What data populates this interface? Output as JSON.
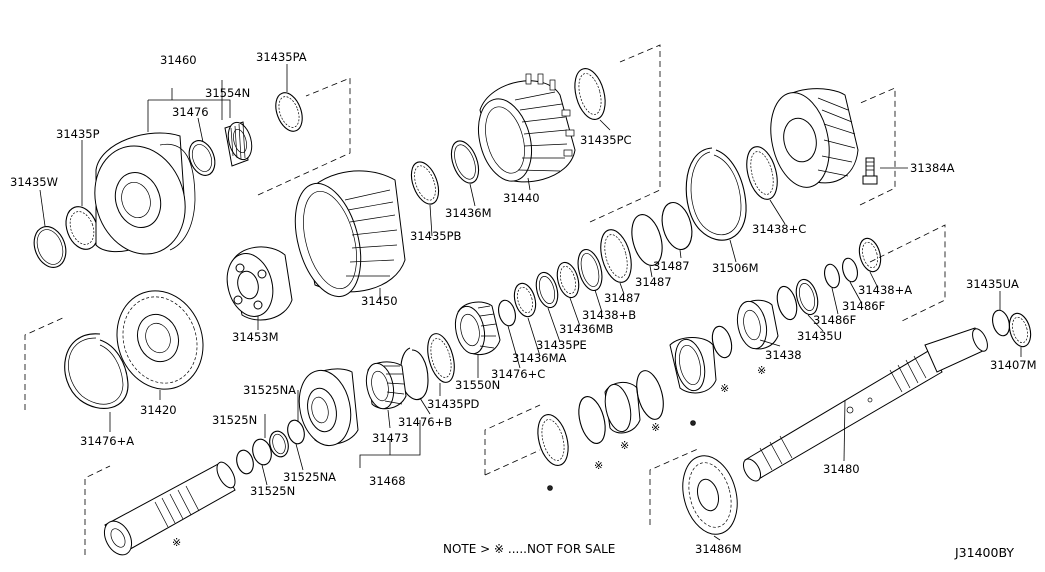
{
  "labels": {
    "p31460": "31460",
    "p31435PA": "31435PA",
    "p31476": "31476",
    "p31554N": "31554N",
    "p31435P": "31435P",
    "p31435W": "31435W",
    "p31435PB": "31435PB",
    "p31450": "31450",
    "p31453M": "31453M",
    "p31420": "31420",
    "p31476A": "31476+A",
    "p31436M": "31436M",
    "p31440": "31440",
    "p31435PC": "31435PC",
    "p31506M": "31506M",
    "p31438C": "31438+C",
    "p31384A": "31384A",
    "p31487a": "31487",
    "p31487b": "31487",
    "p31487c": "31487",
    "p31438B": "31438+B",
    "p31436MB": "31436MB",
    "p31435PE": "31435PE",
    "p31436MA": "31436MA",
    "p31476C": "31476+C",
    "p31550N": "31550N",
    "p31435PD": "31435PD",
    "p31476B": "31476+B",
    "p31473": "31473",
    "p31468": "31468",
    "p31525NAa": "31525NA",
    "p31525Na": "31525N",
    "p31525NAb": "31525NA",
    "p31525Nb": "31525N",
    "p31438A": "31438+A",
    "p31486F": "31486F",
    "p31486F2": "31486F",
    "p31435U": "31435U",
    "p31438": "31438",
    "p31435UA": "31435UA",
    "p31407M": "31407M",
    "p31480": "31480",
    "p31486M": "31486M"
  },
  "note": "NOTE > ※ .....NOT FOR SALE",
  "diagram_code": "J31400BY",
  "marker": "※"
}
